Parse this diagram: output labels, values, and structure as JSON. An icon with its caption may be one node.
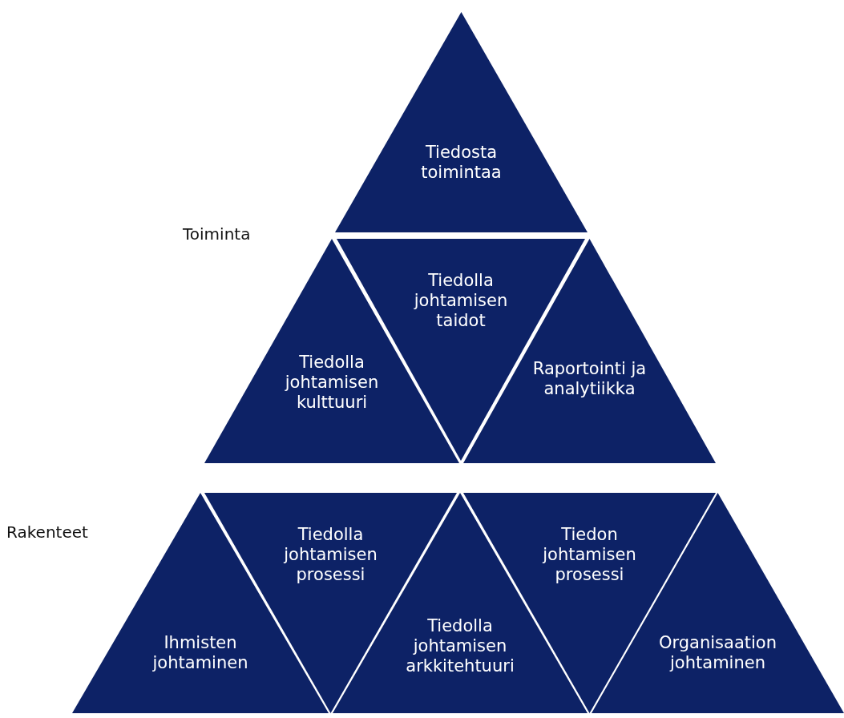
{
  "diagram": {
    "nodes": [
      {
        "text": [
          "Tiedosta toimintaa"
        ]
      },
      {
        "text": [
          "Tiedolla johtamisen kulttuuri"
        ]
      },
      {
        "text": [
          "Tiedolla johtamisen taidot"
        ]
      },
      {
        "text": [
          "Raportointi ja analytiikka"
        ]
      },
      {
        "text": [
          "Ihmisten johtaminen"
        ]
      },
      {
        "text": [
          "Tiedolla johtamisen prosessi"
        ]
      },
      {
        "text": [
          "Tiedolla johtamisen arkkitehtuuri"
        ]
      },
      {
        "text": [
          "Tiedon johtamisen prosessi"
        ]
      },
      {
        "text": [
          "Organisaation johtaminen"
        ]
      }
    ],
    "labels": [
      "Toiminta",
      "Rakenteet"
    ]
  }
}
